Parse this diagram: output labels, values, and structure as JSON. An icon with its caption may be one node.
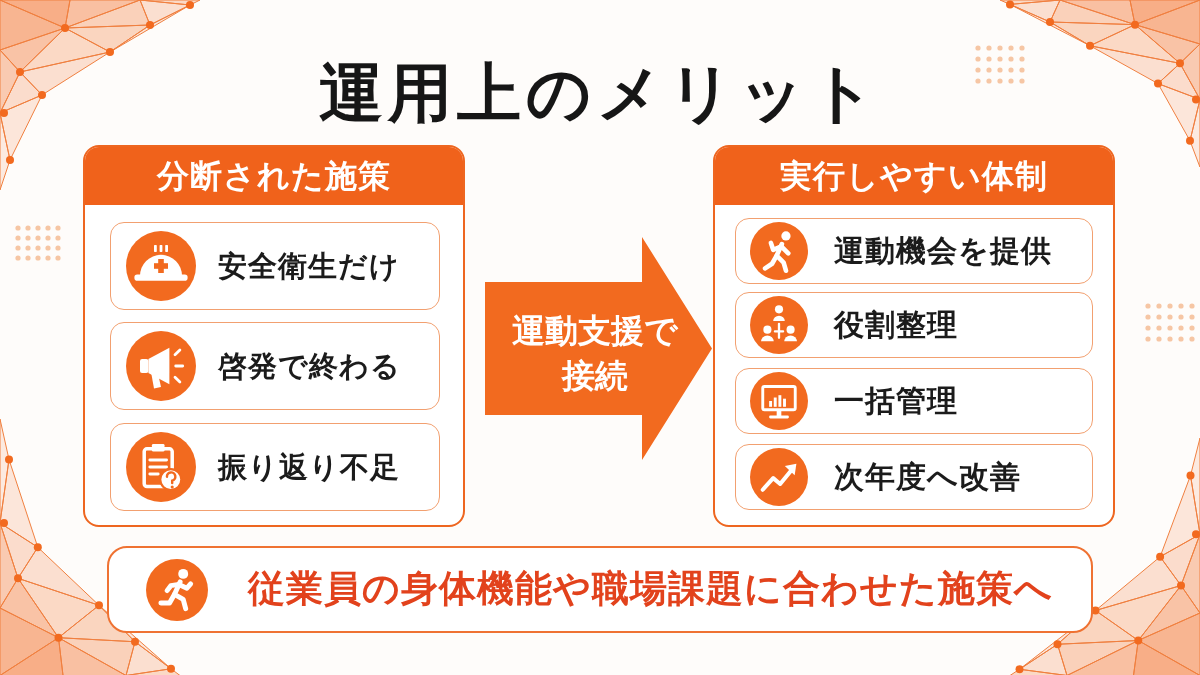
{
  "diagram": {
    "title": "運用上のメリット",
    "nodes": [
      {
        "text": [
          "分断された施策"
        ]
      },
      {
        "text": [
          "安全衛生だけ"
        ],
        "in": 0
      },
      {
        "text": [
          "啓発で終わる"
        ],
        "in": 0
      },
      {
        "text": [
          "振り返り不足"
        ],
        "in": 0
      },
      {
        "text": [
          "運動支援で接続"
        ]
      },
      {
        "text": [
          "実行しやすい体制"
        ]
      },
      {
        "text": [
          "運動機会を提供"
        ],
        "in": 5
      },
      {
        "text": [
          "役割整理"
        ],
        "in": 5
      },
      {
        "text": [
          "一括管理"
        ],
        "in": 5
      },
      {
        "text": [
          "次年度へ改善"
        ],
        "in": 5
      },
      {
        "text": [
          "従業員の身体機能や職場課題に合わせた施策へ"
        ]
      }
    ]
  }
}
